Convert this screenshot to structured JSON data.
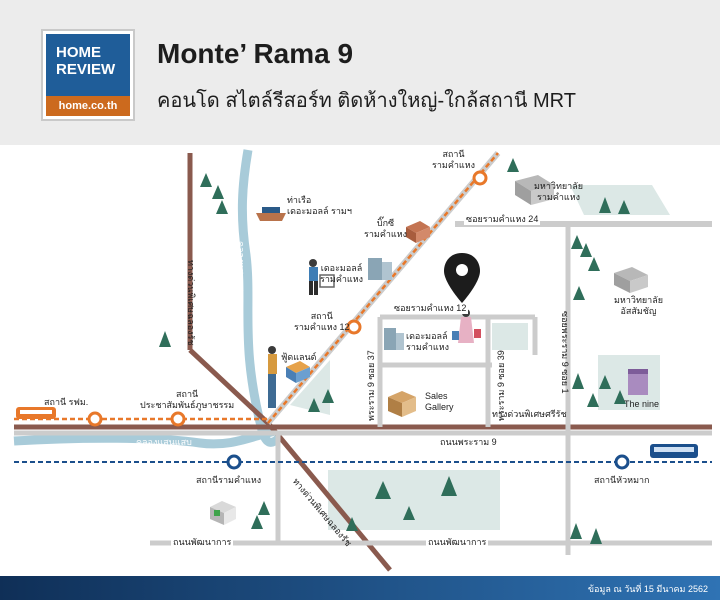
{
  "header": {
    "logo_line1": "HOME",
    "logo_line2": "REVIEW",
    "logo_url": "home.co.th",
    "title": "Monte’ Rama 9",
    "subtitle": "คอนโด สไตล์รีสอร์ท  ติดห้างใหญ่-ใกล้สถานี  MRT"
  },
  "map": {
    "stations": {
      "ramkhamhaeng_top_l1": "สถานี",
      "ramkhamhaeng_top_l2": "รามคำแหง",
      "ramkhamhaeng12_l1": "สถานี",
      "ramkhamhaeng12_l2": "รามคำแหง 12",
      "srt": "สถานี รฟม.",
      "pracha_l1": "สถานี",
      "pracha_l2": "ประชาสัมพันธ์ภูษาชรรม",
      "mrt_ramkhamhaeng": "สถานีรามคำแหง",
      "mrt_huamak": "สถานีหัวหมาก"
    },
    "places": {
      "pier_l1": "ท่าเรือ",
      "pier_l2": "เดอะมอลล์ รามฯ",
      "big_c_l1": "บิ๊กซี",
      "big_c_l2": "รามคำแหง",
      "mall1_l1": "เดอะมอลล์",
      "mall1_l2": "รามคำแหง",
      "mall2_l1": "เดอะมอลล์",
      "mall2_l2": "รามคำแหง",
      "foodland": "ฟู้ดแลนด์",
      "sales_l1": "Sales",
      "sales_l2": "Gallery",
      "ramu_l1": "มหาวิทยาลัย",
      "ramu_l2": "รามคำแหง",
      "abac_l1": "มหาวิทยาลัย",
      "abac_l2": "อัสสัมชัญ",
      "thenine": "The nine"
    },
    "roads": {
      "soi24": "ซอยรามคำแหง 24",
      "soi12": "ซอยรามคำแหง 12",
      "rama9": "ถนนพระราม 9",
      "phatthanakan_left": "ถนนพัฒนาการ",
      "phatthanakan_right": "ถนนพัฒนาการ",
      "soi37": "พระราม 9 ซอย 37",
      "soi39": "พระราม 9 ซอย 39",
      "expressway_si_rat": "ทางด่วนพิเศษศรีรัช",
      "expressway_chalong": "ทางด่วนพิเศษฉลองรัช",
      "rama9_soi1": "ซอยพระราม 9 ซอย 1",
      "canal_vertical": "คลองแสนแสบ",
      "canal_horizontal": "คลองแสนแสบ",
      "chalong_rat_vertical": "ทางด่วนพิเศษฉลองรัช"
    }
  },
  "footer": {
    "note": "ข้อมูล ณ วันที่  15 มีนาคม 2562"
  },
  "colors": {
    "header_bg": "#ececec",
    "logo_blue": "#1f5d99",
    "logo_orange": "#cc6a1e",
    "road": "#cccccc",
    "expressway": "#8a5a4e",
    "canal": "#a8cbd9",
    "srt_line": "#e8782a",
    "mrt_line": "#1b4f8c",
    "park": "#dce8e6",
    "tree": "#2f6e5a"
  }
}
